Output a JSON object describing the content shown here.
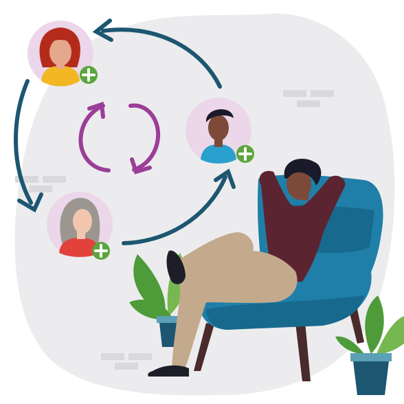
{
  "colors": {
    "background": "#ffffff",
    "blob": "#ececee",
    "brick": "#d9d9dc",
    "cycle_arrow": "#1d5670",
    "refresh_arrow": "#9b3e98",
    "avatar_circle": "#ecd6e9",
    "add_badge": "#5aa53c",
    "chair": "#1f7fa8",
    "chair_shadow": "#17698d",
    "chair_leg": "#4a2a2a",
    "pants": "#c3aa8c",
    "sweater": "#5b2430",
    "skin_dark": "#7d4a3a",
    "hair_dark": "#1a1a2a",
    "shoe": "#1e1e28",
    "plant_leaf": "#4e9b3a",
    "plant_leaf_light": "#76b84f",
    "pot": "#1d5670",
    "pot_rim": "#5ba0b5"
  },
  "icons": {
    "cycle": "circular-arrows-icon",
    "refresh": "refresh-icon",
    "add": "plus-icon"
  },
  "people": [
    {
      "id": "person-red-hair",
      "hair": "#b42b1c",
      "skin": "#e6a88d",
      "shirt": "#f2b722"
    },
    {
      "id": "person-dark-hair",
      "hair": "#1a1a2a",
      "skin": "#7d4a3a",
      "shirt": "#2aa0cf"
    },
    {
      "id": "person-grey-hair",
      "hair": "#9b9690",
      "skin": "#f2c6ae",
      "shirt": "#e2413a"
    }
  ]
}
